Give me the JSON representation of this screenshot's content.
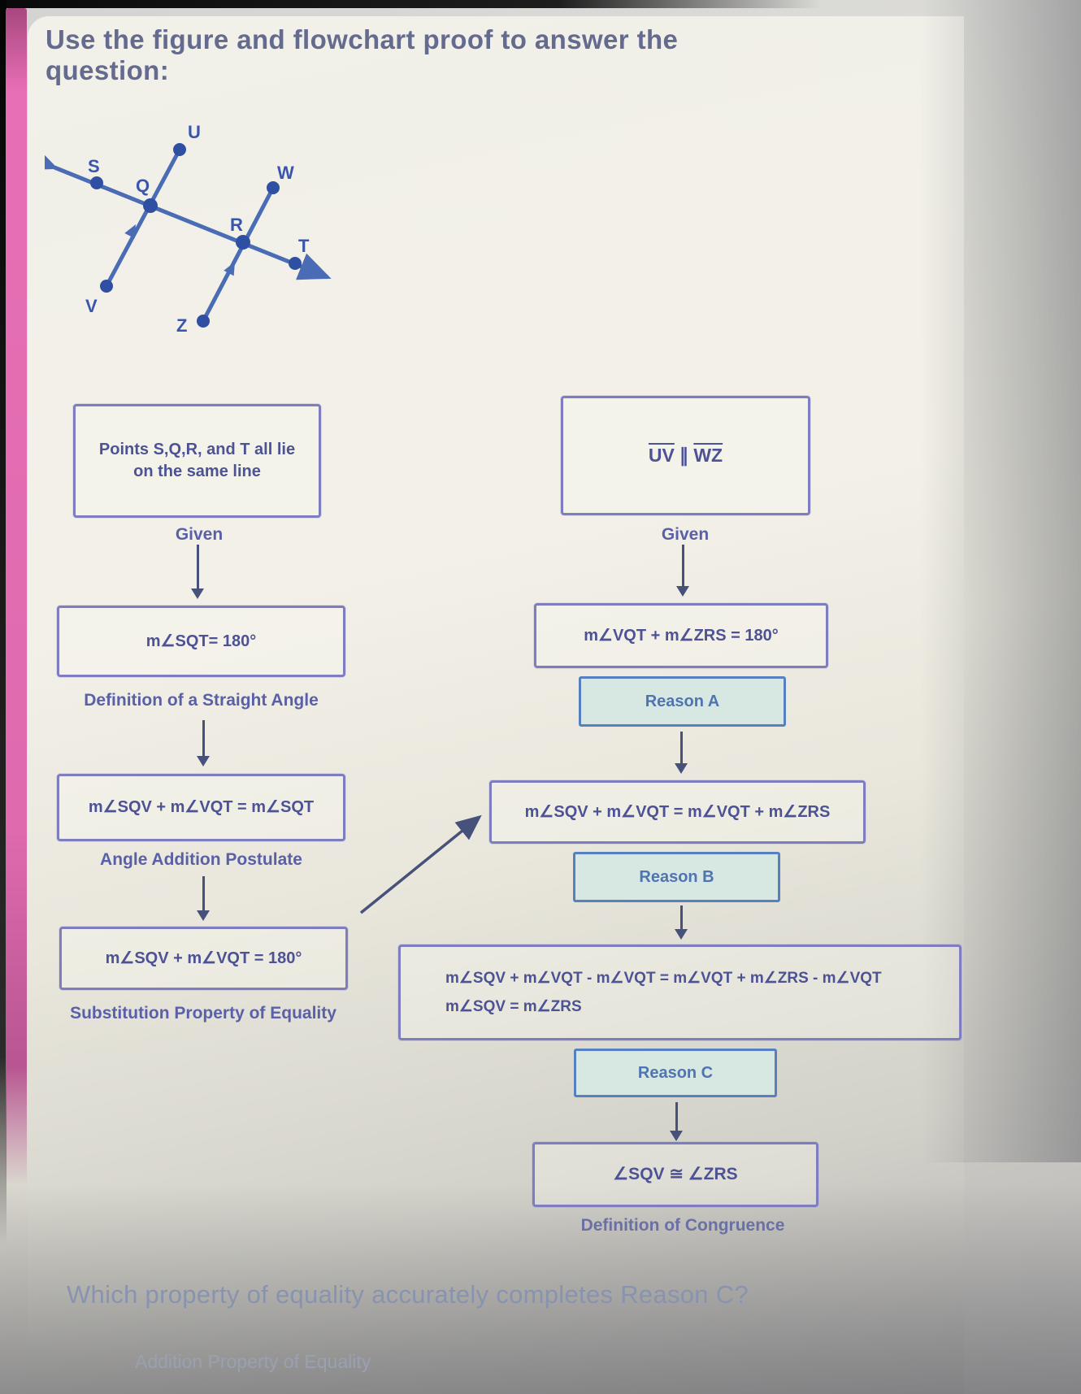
{
  "header": {
    "title": "Use the figure and flowchart proof to answer the question:"
  },
  "figure": {
    "labels": {
      "U": "U",
      "S": "S",
      "Q": "Q",
      "W": "W",
      "R": "R",
      "T": "T",
      "V": "V",
      "Z": "Z"
    }
  },
  "flowchart": {
    "left": [
      {
        "line1": "Points S,Q,R, and T all lie",
        "line2": "on the same line",
        "caption": "Given"
      },
      {
        "statement": "m∠SQT= 180°",
        "caption": "Definition of a Straight Angle"
      },
      {
        "statement": "m∠SQV + m∠VQT = m∠SQT",
        "caption": "Angle Addition Postulate"
      },
      {
        "statement": "m∠SQV + m∠VQT = 180°",
        "caption": "Substitution Property of Equality"
      }
    ],
    "right": [
      {
        "seg1": "UV",
        "op": "∥",
        "seg2": "WZ",
        "caption": "Given"
      },
      {
        "statement": "m∠VQT + m∠ZRS = 180°",
        "reason_label": "Reason A"
      },
      {
        "statement": "m∠SQV + m∠VQT = m∠VQT + m∠ZRS",
        "reason_label": "Reason B"
      },
      {
        "line1": "m∠SQV + m∠VQT - m∠VQT = m∠VQT + m∠ZRS - m∠VQT",
        "line2": "m∠SQV = m∠ZRS",
        "reason_label": "Reason C"
      },
      {
        "statement": "∠SQV ≅ ∠ZRS",
        "caption": "Definition of Congruence"
      }
    ]
  },
  "question": {
    "text": "Which property of equality accurately completes Reason C?",
    "options": [
      {
        "label": "Addition Property of Equality"
      }
    ]
  },
  "colors": {
    "box_border": "#7d7dc0",
    "reason_border": "#5680c2",
    "reason_fill": "#d7e8e2",
    "figure_blue": "#3a55ad",
    "statement_text": "#4d5295",
    "accent_pink": "#df6aae"
  }
}
